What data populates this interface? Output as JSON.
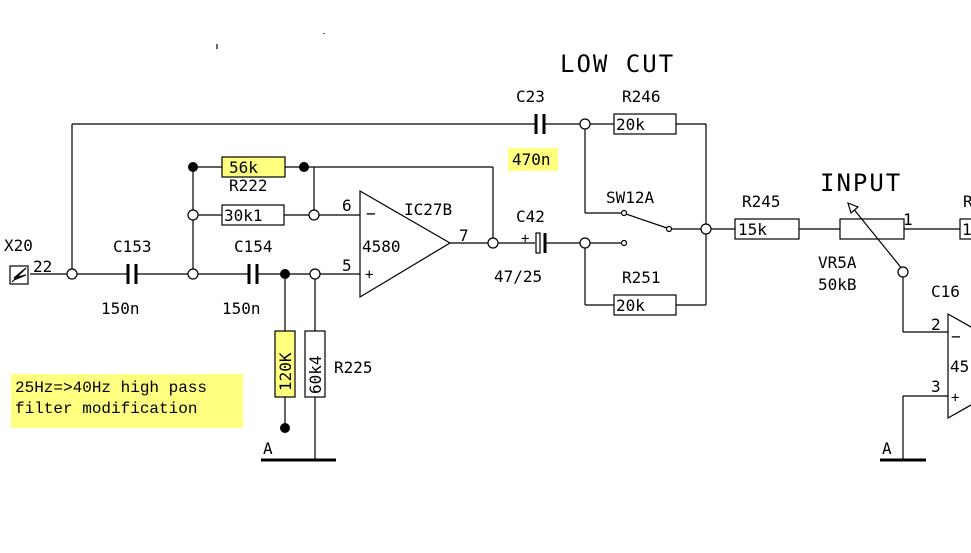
{
  "title": "LOW CUT",
  "input_label": "INPUT",
  "connector": {
    "name": "X20",
    "pin": "22"
  },
  "components": {
    "c153": {
      "ref": "C153",
      "value": "150n"
    },
    "c154": {
      "ref": "C154",
      "value": "150n"
    },
    "r222": {
      "ref": "R222",
      "value": "56k",
      "orig_value": "30k1"
    },
    "r225": {
      "ref": "R225",
      "value": "60k4",
      "mod_value": "120K"
    },
    "ic27b": {
      "ref": "IC27B",
      "part": "4580",
      "pin_inv": "6",
      "pin_noninv": "5",
      "pin_out": "7"
    },
    "c23": {
      "ref": "C23",
      "value": "470n"
    },
    "c42": {
      "ref": "C42",
      "value": "47/25"
    },
    "r246": {
      "ref": "R246",
      "value": "20k"
    },
    "r251": {
      "ref": "R251",
      "value": "20k"
    },
    "sw12a": {
      "ref": "SW12A"
    },
    "r245": {
      "ref": "R245",
      "value": "15k"
    },
    "vr5a": {
      "ref": "VR5A",
      "value": "50kB",
      "pin": "1"
    },
    "c16": {
      "ref": "C16",
      "part": "45",
      "pin_inv": "2",
      "pin_noninv": "3"
    },
    "r_right": {
      "ref": "R",
      "value": "1"
    }
  },
  "grounds": [
    "A",
    "A"
  ],
  "note": {
    "line1": "25Hz=>40Hz high pass",
    "line2": "filter modification"
  },
  "colors": {
    "highlight": "#ffff80",
    "ink": "#000000"
  }
}
